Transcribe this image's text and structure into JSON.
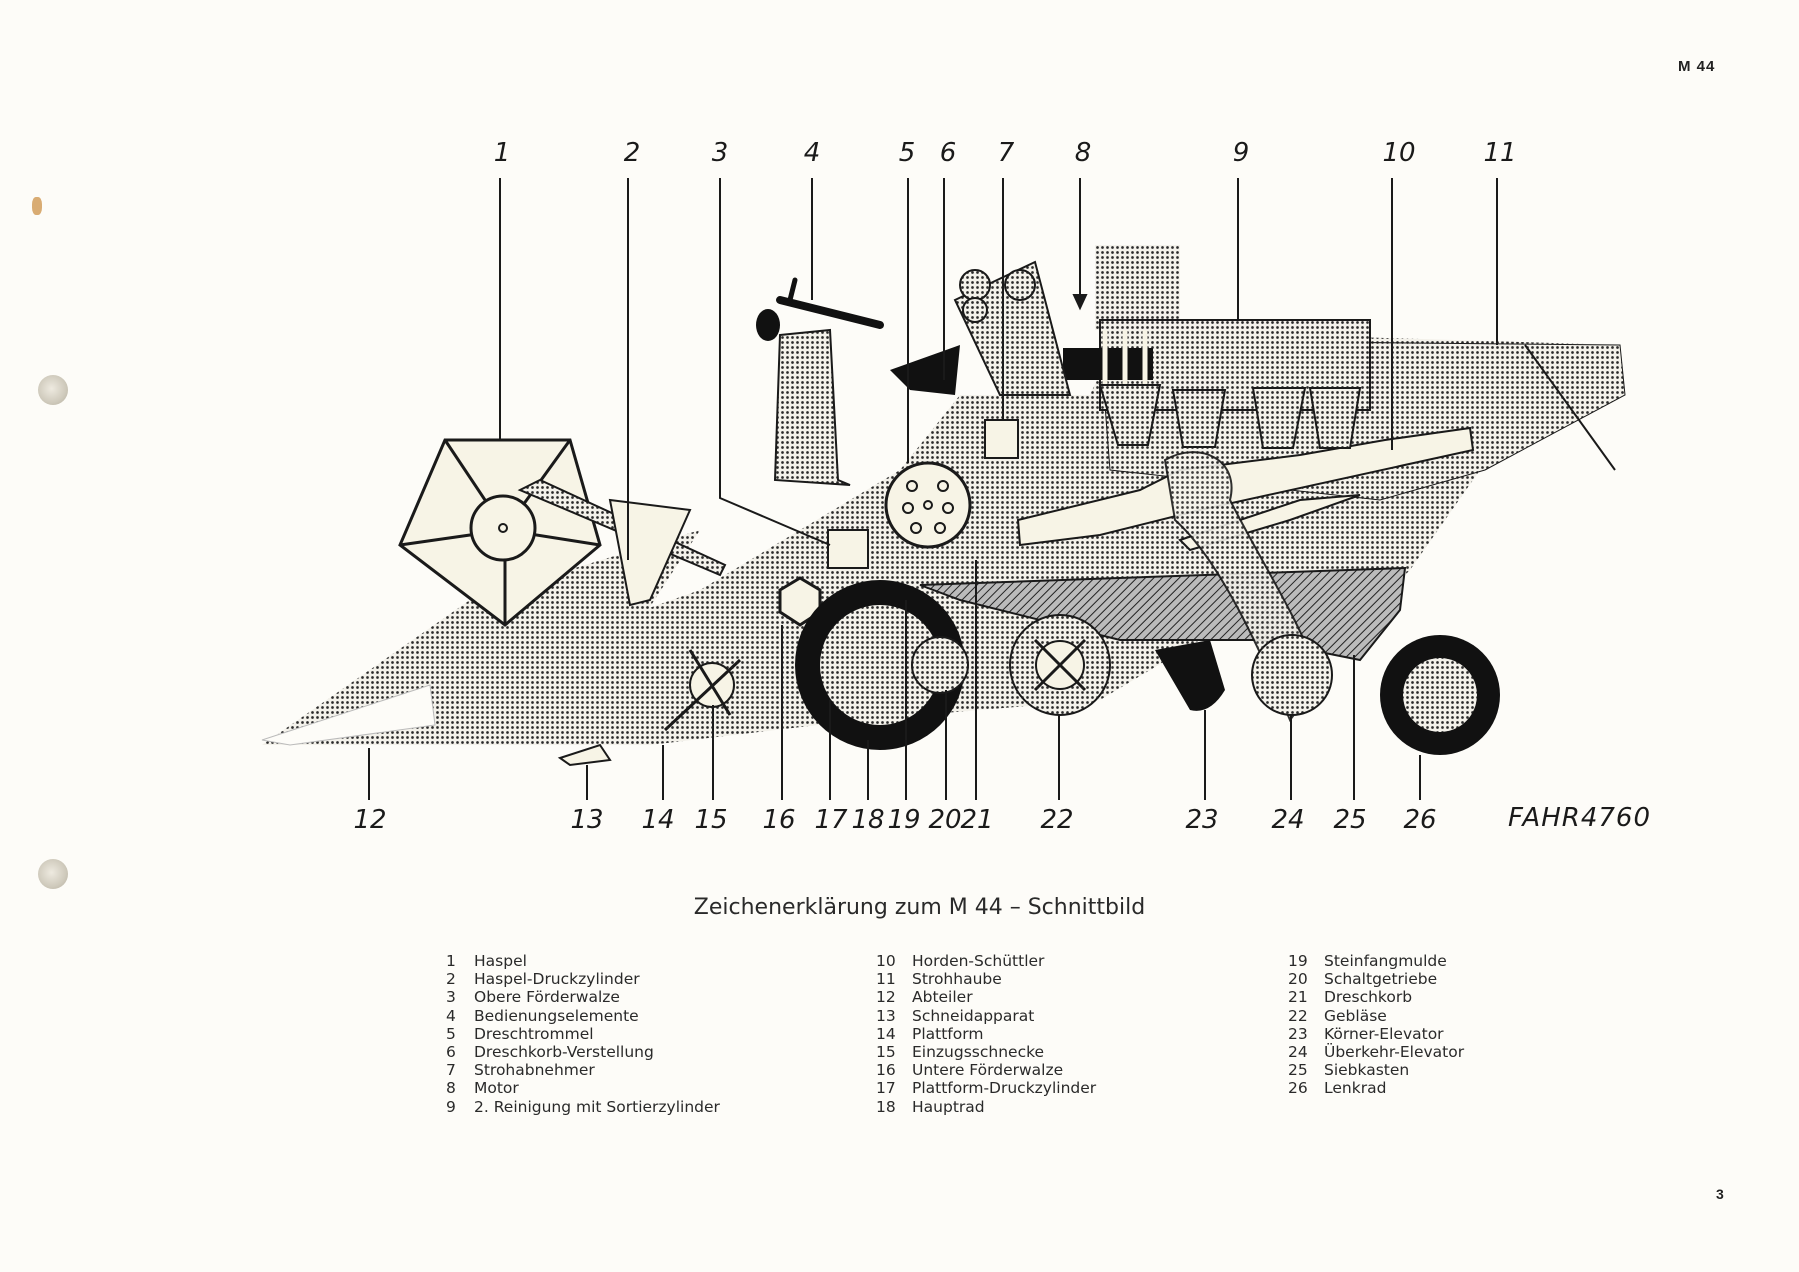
{
  "page": {
    "model_code": "M 44",
    "page_number": "3",
    "drawing_id": "FAHR4760"
  },
  "diagram": {
    "title": "Zeichenerklärung zum M 44 – Schnittbild",
    "callouts_top": [
      "1",
      "2",
      "3",
      "4",
      "5",
      "6",
      "7",
      "8",
      "9",
      "10",
      "11"
    ],
    "callouts_bottom": [
      "12",
      "13",
      "14",
      "15",
      "16",
      "17",
      "18",
      "19",
      "20",
      "21",
      "22",
      "23",
      "24",
      "25",
      "26"
    ]
  },
  "legend": {
    "columns": [
      [
        {
          "n": "1",
          "label": "Haspel"
        },
        {
          "n": "2",
          "label": "Haspel-Druckzylinder"
        },
        {
          "n": "3",
          "label": "Obere Förderwalze"
        },
        {
          "n": "4",
          "label": "Bedienungselemente"
        },
        {
          "n": "5",
          "label": "Dreschtrommel"
        },
        {
          "n": "6",
          "label": "Dreschkorb-Verstellung"
        },
        {
          "n": "7",
          "label": "Strohabnehmer"
        },
        {
          "n": "8",
          "label": "Motor"
        },
        {
          "n": "9",
          "label": "2. Reinigung mit Sortierzylinder"
        }
      ],
      [
        {
          "n": "10",
          "label": "Horden-Schüttler"
        },
        {
          "n": "11",
          "label": "Strohhaube"
        },
        {
          "n": "12",
          "label": "Abteiler"
        },
        {
          "n": "13",
          "label": "Schneidapparat"
        },
        {
          "n": "14",
          "label": "Plattform"
        },
        {
          "n": "15",
          "label": "Einzugsschnecke"
        },
        {
          "n": "16",
          "label": "Untere Förderwalze"
        },
        {
          "n": "17",
          "label": "Plattform-Druckzylinder"
        },
        {
          "n": "18",
          "label": "Hauptrad"
        }
      ],
      [
        {
          "n": "19",
          "label": "Steinfangmulde"
        },
        {
          "n": "20",
          "label": "Schaltgetriebe"
        },
        {
          "n": "21",
          "label": "Dreschkorb"
        },
        {
          "n": "22",
          "label": "Gebläse"
        },
        {
          "n": "23",
          "label": "Körner-Elevator"
        },
        {
          "n": "24",
          "label": "Überkehr-Elevator"
        },
        {
          "n": "25",
          "label": "Siebkasten"
        },
        {
          "n": "26",
          "label": "Lenkrad"
        }
      ]
    ]
  },
  "colors": {
    "paper": "#fdfcf8",
    "ink": "#1a1a1a",
    "halftone": "#9a968c",
    "part_fill": "#f7f4e6"
  }
}
